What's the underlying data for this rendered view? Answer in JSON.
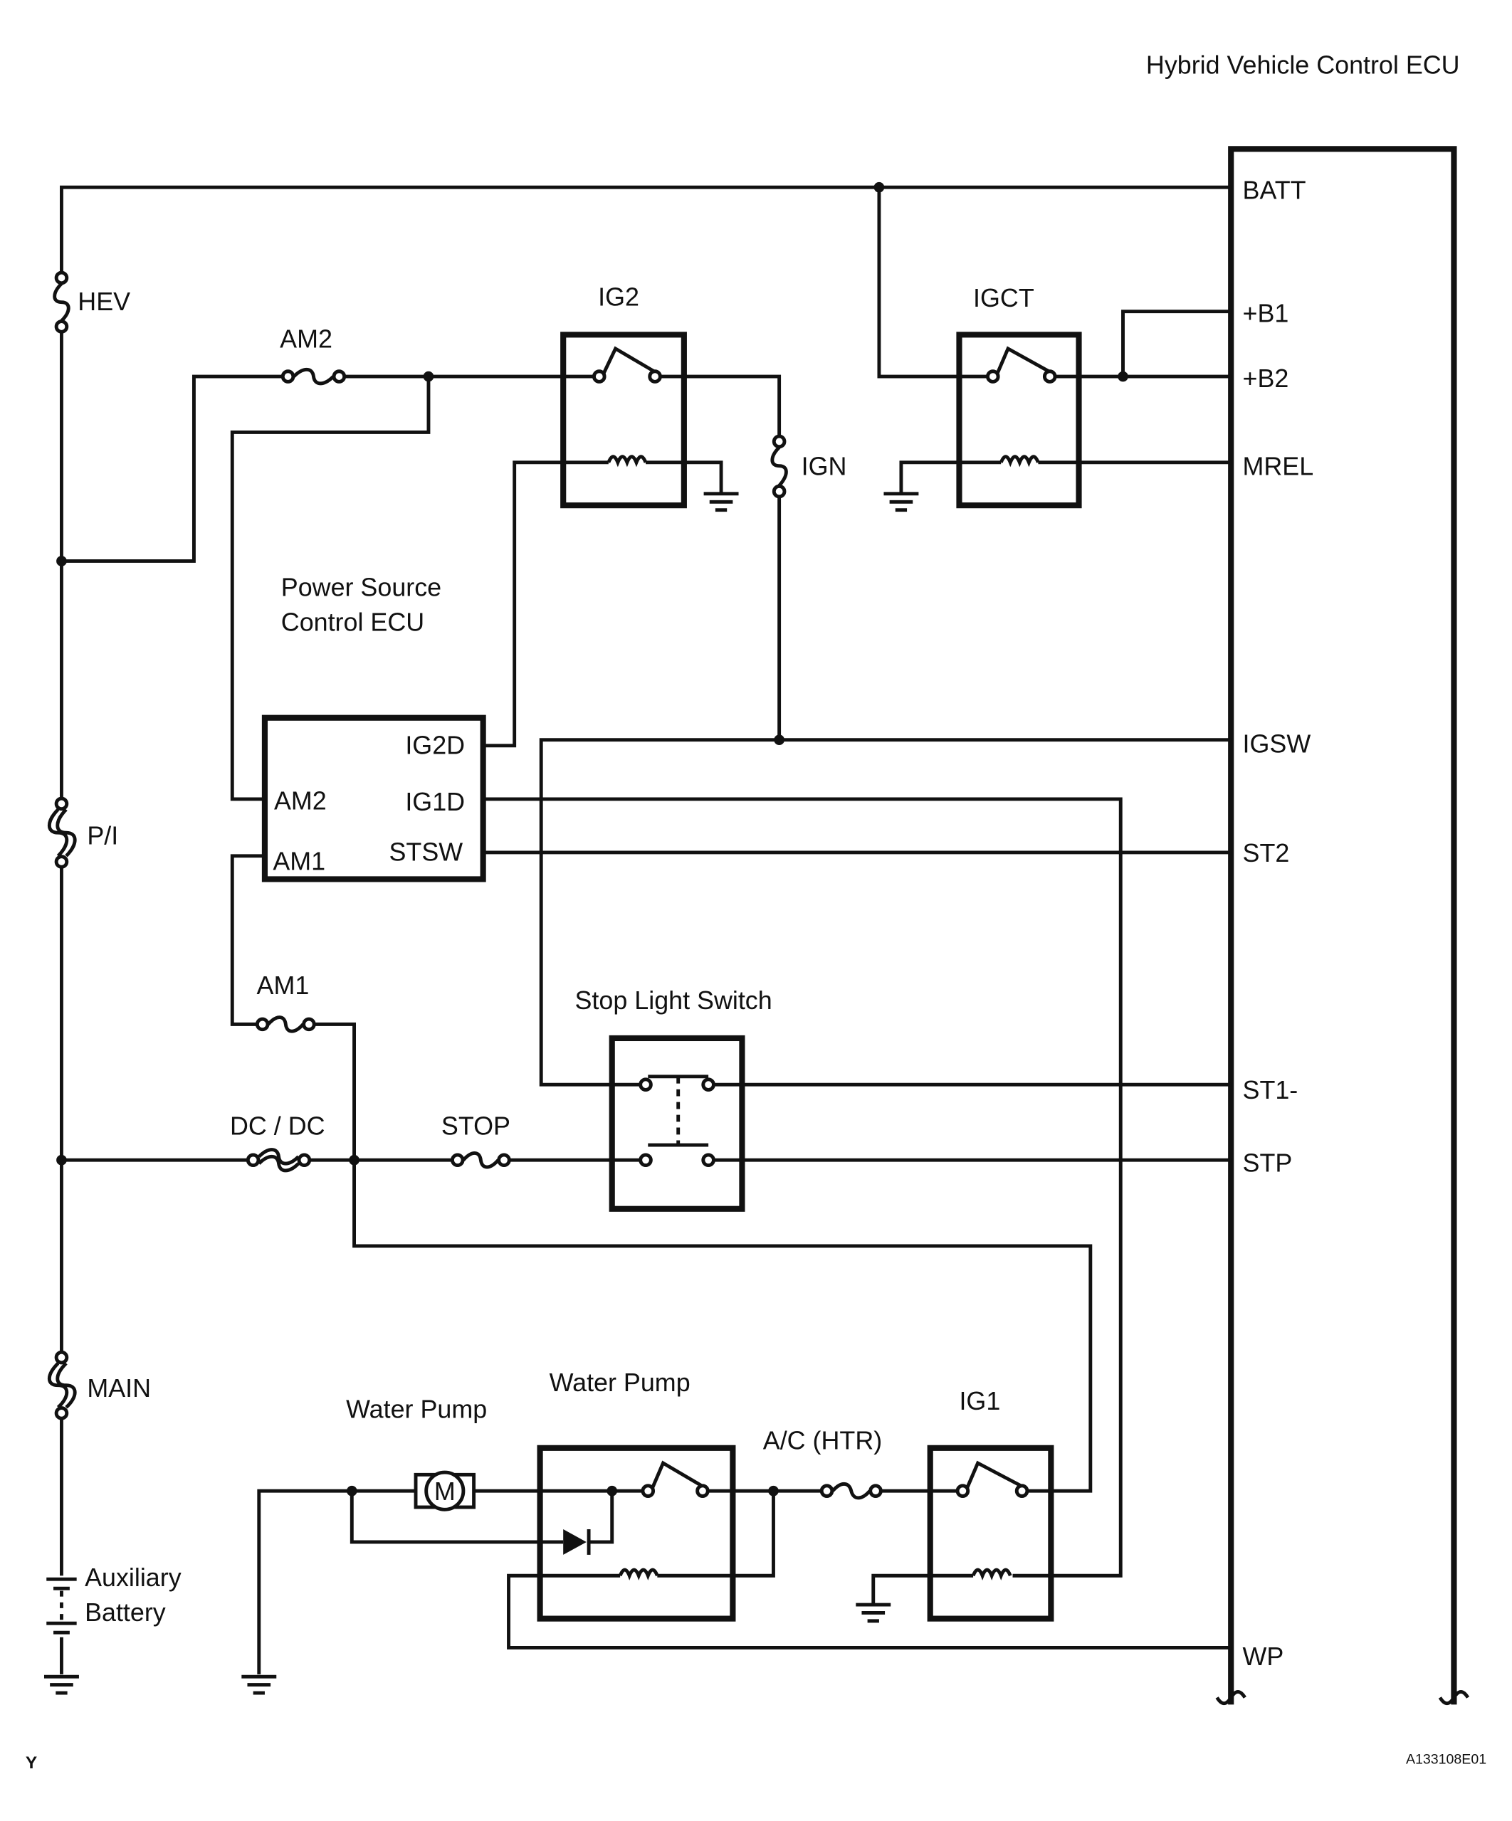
{
  "title": "Hybrid Vehicle Control ECU",
  "ecu_terminals": [
    "BATT",
    "+B1",
    "+B2",
    "MREL",
    "IGSW",
    "ST2",
    "ST1-",
    "STP",
    "WP"
  ],
  "fuses": {
    "hev": "HEV",
    "am2": "AM2",
    "ign": "IGN",
    "pi": "P/I",
    "am1": "AM1",
    "dcdc": "DC / DC",
    "stop": "STOP",
    "main": "MAIN",
    "achtr": "A/C (HTR)"
  },
  "relays": {
    "ig2": "IG2",
    "igct": "IGCT",
    "ig1": "IG1",
    "water_pump_relay": "Water Pump"
  },
  "power_source_ecu": {
    "title_line1": "Power Source",
    "title_line2": "Control ECU",
    "pins": {
      "ig2d": "IG2D",
      "am2": "AM2",
      "ig1d": "IG1D",
      "am1": "AM1",
      "stsw": "STSW"
    }
  },
  "stop_light_switch": "Stop Light Switch",
  "water_pump_motor": {
    "label": "Water Pump",
    "symbol": "M"
  },
  "battery": {
    "line1": "Auxiliary",
    "line2": "Battery"
  },
  "footer": {
    "left": "Y",
    "right": "A133108E01"
  }
}
